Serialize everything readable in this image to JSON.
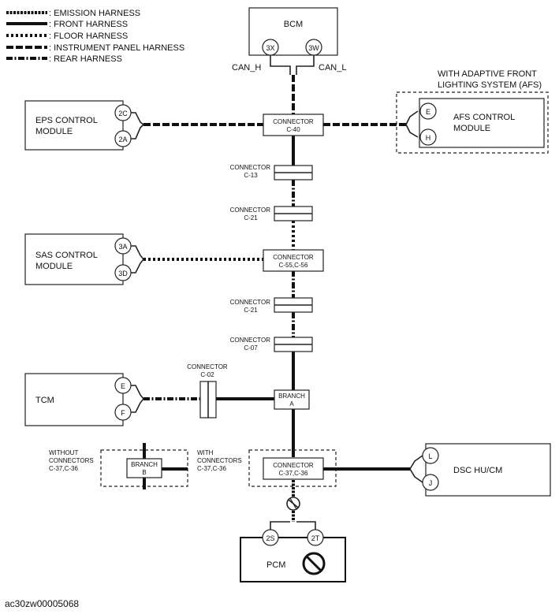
{
  "legend": [
    {
      "style": "emission",
      "label": ": EMISSION HARNESS"
    },
    {
      "style": "front",
      "label": ": FRONT HARNESS"
    },
    {
      "style": "floor",
      "label": ": FLOOR HARNESS"
    },
    {
      "style": "instr",
      "label": ": INSTRUMENT PANEL HARNESS"
    },
    {
      "style": "rear",
      "label": ": REAR HARNESS"
    }
  ],
  "modules": {
    "bcm": {
      "label": "BCM",
      "pin_h": "3X",
      "pin_l": "3W",
      "can_h": "CAN_H",
      "can_l": "CAN_L"
    },
    "eps": {
      "line1": "EPS CONTROL",
      "line2": "MODULE",
      "pin_a": "2C",
      "pin_b": "2A"
    },
    "afs": {
      "line1": "AFS CONTROL",
      "line2": "MODULE",
      "pin_a": "E",
      "pin_b": "H",
      "note1": "WITH ADAPTIVE FRONT",
      "note2": "LIGHTING SYSTEM (AFS)"
    },
    "sas": {
      "line1": "SAS CONTROL",
      "line2": "MODULE",
      "pin_a": "3A",
      "pin_b": "3D"
    },
    "tcm": {
      "label": "TCM",
      "pin_a": "E",
      "pin_b": "F"
    },
    "dsc": {
      "label": "DSC HU/CM",
      "pin_a": "L",
      "pin_b": "J"
    },
    "pcm": {
      "label": "PCM",
      "pin_a": "2S",
      "pin_b": "2T"
    }
  },
  "connectors": {
    "c40": {
      "line1": "CONNECTOR",
      "line2": "C-40"
    },
    "c13": {
      "line1": "CONNECTOR",
      "line2": "C-13"
    },
    "c21a": {
      "line1": "CONNECTOR",
      "line2": "C-21"
    },
    "c55": {
      "line1": "CONNECTOR",
      "line2": "C-55,C-56"
    },
    "c21b": {
      "line1": "CONNECTOR",
      "line2": "C-21"
    },
    "c07": {
      "line1": "CONNECTOR",
      "line2": "C-07"
    },
    "c02": {
      "line1": "CONNECTOR",
      "line2": "C-02"
    },
    "c37": {
      "line1": "CONNECTOR",
      "line2": "C-37,C-36"
    },
    "branch_a": {
      "line1": "BRANCH",
      "line2": "A"
    },
    "branch_b": {
      "line1": "BRANCH",
      "line2": "B"
    }
  },
  "variants": {
    "without": {
      "line1": "WITHOUT",
      "line2": "CONNECTORS",
      "line3": "C-37,C-36"
    },
    "with": {
      "line1": "WITH",
      "line2": "CONNECTORS",
      "line3": "C-37,C-36"
    }
  },
  "footer": {
    "code": "ac30zw00005068"
  }
}
